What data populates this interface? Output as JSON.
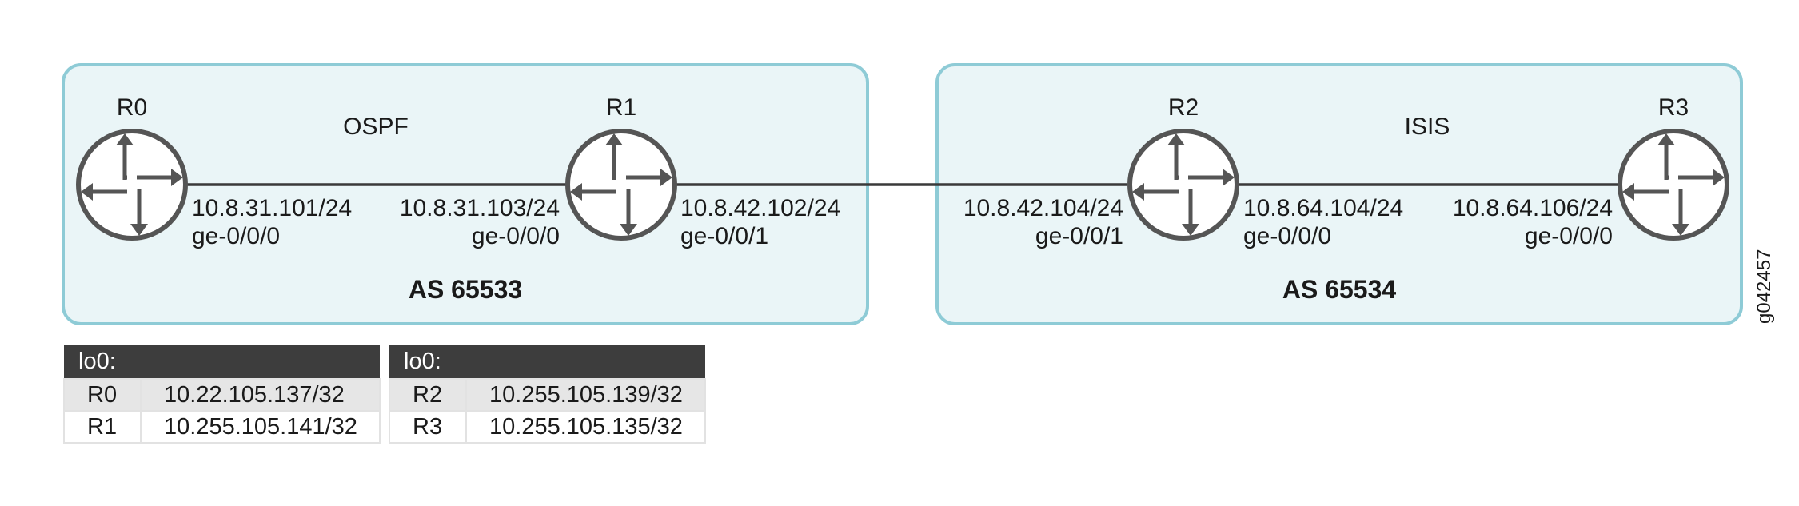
{
  "figure_id": "g042457",
  "as_left": {
    "label": "AS 65533",
    "protocol": "OSPF"
  },
  "as_right": {
    "label": "AS 65534",
    "protocol": "ISIS"
  },
  "routers": [
    {
      "name": "R0"
    },
    {
      "name": "R1"
    },
    {
      "name": "R2"
    },
    {
      "name": "R3"
    }
  ],
  "interfaces": {
    "r0_ge000": {
      "ip": "10.8.31.101/24",
      "port": "ge-0/0/0"
    },
    "r1_ge000": {
      "ip": "10.8.31.103/24",
      "port": "ge-0/0/0"
    },
    "r1_ge001": {
      "ip": "10.8.42.102/24",
      "port": "ge-0/0/1"
    },
    "r2_ge001": {
      "ip": "10.8.42.104/24",
      "port": "ge-0/0/1"
    },
    "r2_ge000": {
      "ip": "10.8.64.104/24",
      "port": "ge-0/0/0"
    },
    "r3_ge000": {
      "ip": "10.8.64.106/24",
      "port": "ge-0/0/0"
    }
  },
  "loopback_tables": [
    {
      "header": "lo0:",
      "rows": [
        {
          "router": "R0",
          "address": "10.22.105.137/32"
        },
        {
          "router": "R1",
          "address": "10.255.105.141/32"
        }
      ]
    },
    {
      "header": "lo0:",
      "rows": [
        {
          "router": "R2",
          "address": "10.255.105.139/32"
        },
        {
          "router": "R3",
          "address": "10.255.105.135/32"
        }
      ]
    }
  ],
  "colors": {
    "as_fill": "#eaf5f7",
    "as_border": "#8ecbd6",
    "router_stroke": "#555555",
    "table_header": "#3d3d3d"
  }
}
